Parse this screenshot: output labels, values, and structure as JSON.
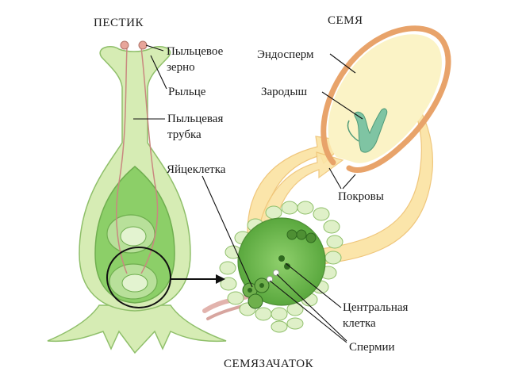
{
  "titles": {
    "pistil": "ПЕСТИК",
    "seed": "СЕМЯ",
    "ovule": "СЕМЯЗАЧАТОК"
  },
  "labels": {
    "pollen_line1": "Пыльцевое",
    "pollen_line2": "зерно",
    "stigma": "Рыльце",
    "tube_line1": "Пыльцевая",
    "tube_line2": "трубка",
    "egg": "Яйцеклетка",
    "endosperm": "Эндосперм",
    "embryo": "Зародыш",
    "coats": "Покровы",
    "central_line1": "Центральная",
    "central_line2": "клетка",
    "sperm": "Спермии"
  },
  "colors": {
    "pistil_fill": "#d6ecb4",
    "pistil_inner": "#7cc35a",
    "outline": "#8fbf6a",
    "seed_fill": "#fbf3c6",
    "seed_coat": "#e8a36a",
    "arrow_fill": "#fbe4a6",
    "arrow_edge": "#efc476",
    "pollen_tube": "#c98880",
    "embryo": "#7fc4a3"
  }
}
